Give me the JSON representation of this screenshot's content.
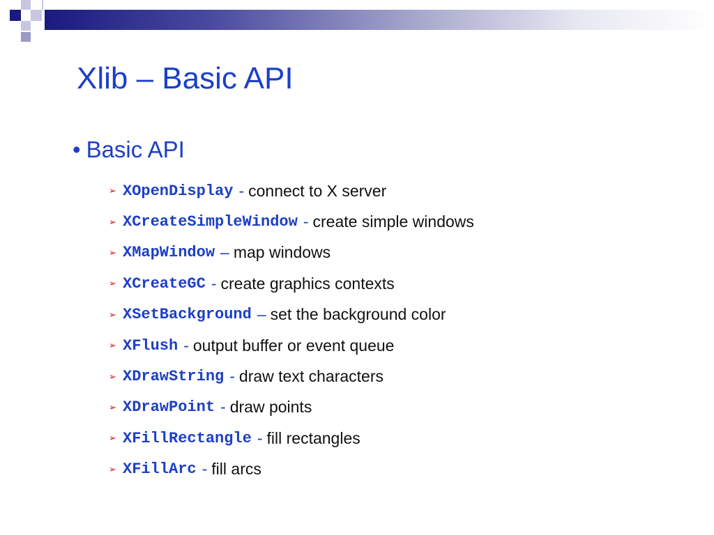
{
  "slide": {
    "title": "Xlib – Basic API",
    "bullet": "Basic API",
    "items": [
      {
        "fn": "XOpenDisplay",
        "sep": "-",
        "desc": "connect to X server"
      },
      {
        "fn": "XCreateSimpleWindow",
        "sep": "-",
        "desc": "create simple windows"
      },
      {
        "fn": "XMapWindow",
        "sep": "–",
        "desc": "map windows"
      },
      {
        "fn": "XCreateGC",
        "sep": "-",
        "desc": "create graphics contexts"
      },
      {
        "fn": "XSetBackground",
        "sep": "–",
        "desc": "set the background color"
      },
      {
        "fn": "XFlush",
        "sep": "-",
        "desc": "output buffer or event queue"
      },
      {
        "fn": "XDrawString",
        "sep": "-",
        "desc": "draw text characters"
      },
      {
        "fn": "XDrawPoint",
        "sep": "-",
        "desc": "draw points"
      },
      {
        "fn": "XFillRectangle",
        "sep": "-",
        "desc": "fill rectangles"
      },
      {
        "fn": "XFillArc",
        "sep": "-",
        "desc": "fill arcs"
      }
    ]
  },
  "colors": {
    "title": "#1c3fc6",
    "function_name": "#1c3fc6",
    "description": "#111111",
    "arrow": "#cc1111",
    "header_dark": "#1a1a80",
    "header_light": "#c7c7df"
  },
  "icons": {
    "bullet": "bullet-dot-icon",
    "sub_bullet": "arrowhead-right-icon"
  }
}
